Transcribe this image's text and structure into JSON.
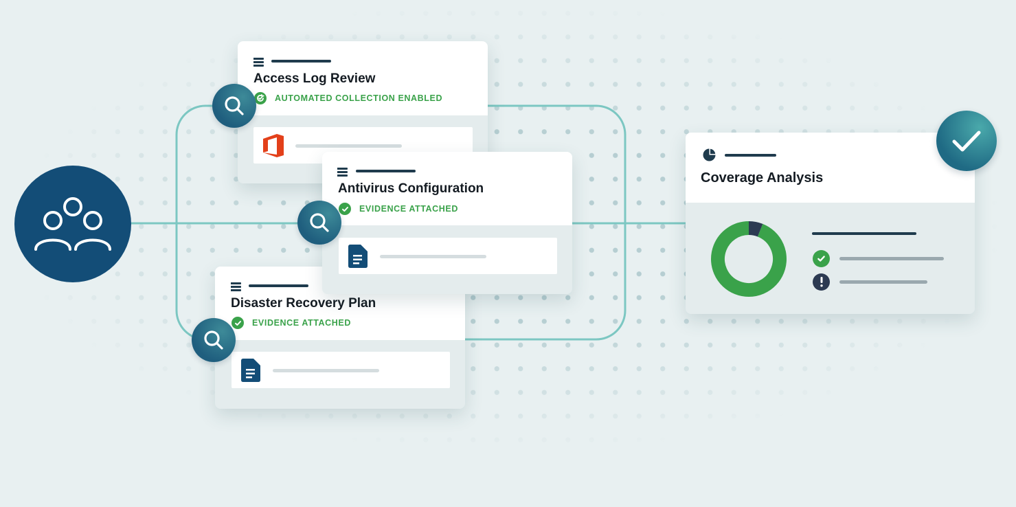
{
  "cards": {
    "access_log": {
      "title": "Access Log Review",
      "status": "AUTOMATED COLLECTION ENABLED",
      "status_icon": "refresh-check-icon",
      "evidence_icon": "office-logo-icon"
    },
    "antivirus": {
      "title": "Antivirus Configuration",
      "status": "EVIDENCE ATTACHED",
      "status_icon": "check-icon",
      "evidence_icon": "document-icon"
    },
    "disaster": {
      "title": "Disaster Recovery Plan",
      "status": "EVIDENCE ATTACHED",
      "status_icon": "check-icon",
      "evidence_icon": "document-icon"
    }
  },
  "coverage": {
    "title": "Coverage Analysis",
    "header_icon": "pie-chart-icon",
    "chart": {
      "type": "donut",
      "passed_fraction": 0.94,
      "issue_fraction": 0.06
    },
    "legend": [
      {
        "icon": "check-icon",
        "status": "pass"
      },
      {
        "icon": "exclamation-icon",
        "status": "issue"
      }
    ]
  },
  "icons": {
    "people": "people-group-icon",
    "search": "magnifier-icon",
    "badge": "check-badge-icon"
  },
  "colors": {
    "background": "#e8f0f1",
    "connector": "#7cc7c2",
    "navy": "#134d77",
    "green": "#3aa24a",
    "dark": "#1f3b4d",
    "office": "#e3401a",
    "issue": "#2c3a52"
  }
}
